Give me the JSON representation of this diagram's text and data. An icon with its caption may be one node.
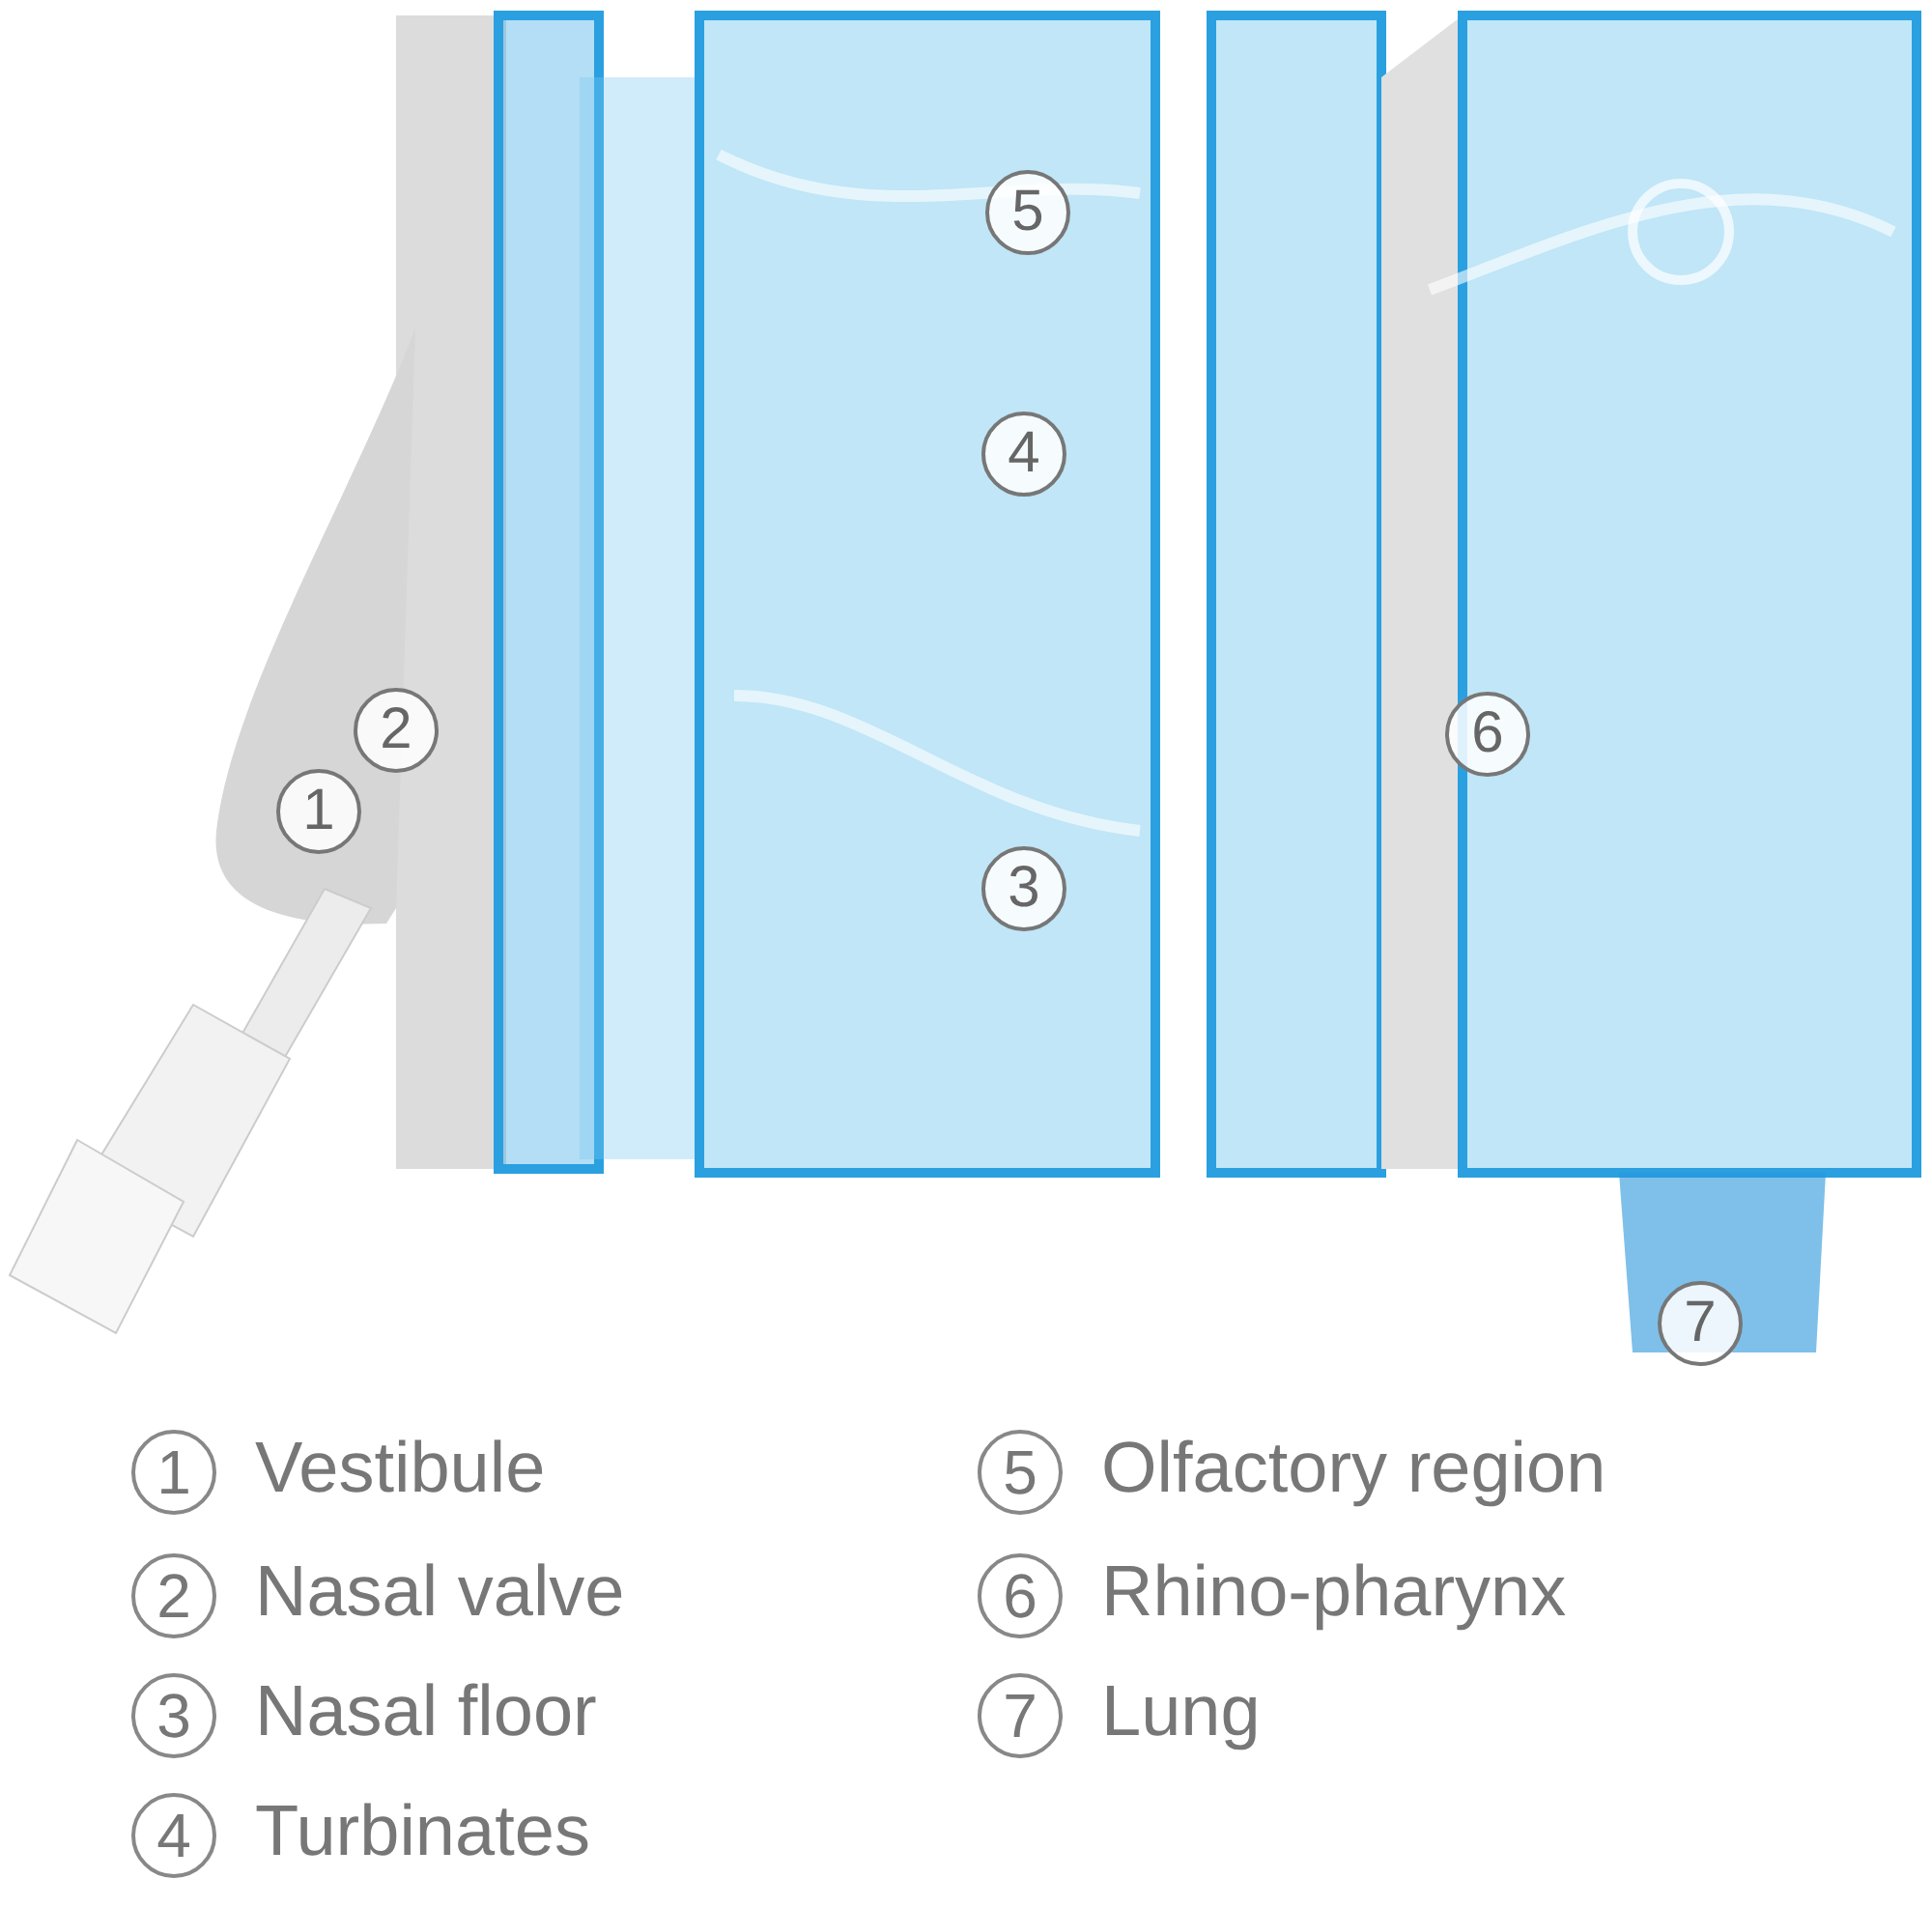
{
  "diagram": {
    "labels": [
      "5",
      "4",
      "2",
      "6",
      "1",
      "3",
      "7",
      "1",
      "Vestibule",
      "5",
      "Olfactory region",
      "2",
      "Nasal valve",
      "6",
      "Rhino-pharynx",
      "3",
      "Nasal floor",
      "7",
      "Lung",
      "4",
      "Turbinates"
    ]
  }
}
